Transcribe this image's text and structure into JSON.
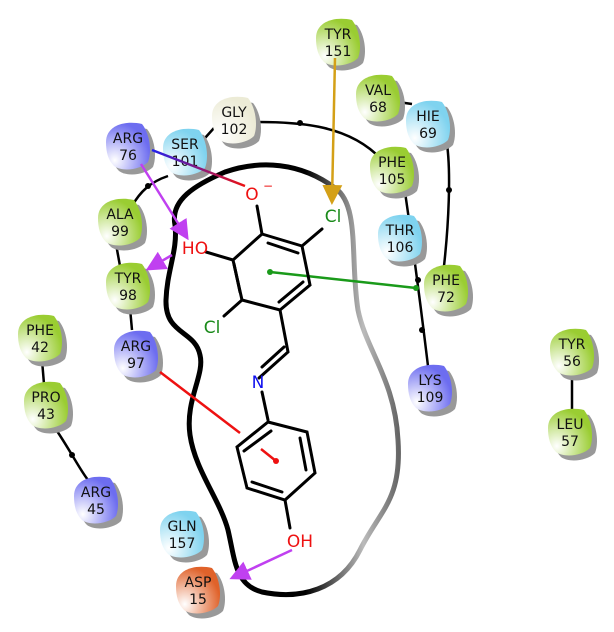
{
  "colors": {
    "hydrophobic": "#9acd32",
    "polar": "#7fd3ef",
    "positive": "#6d6df0",
    "negative": "#e0622a",
    "glycine": "#ecebd6",
    "hbond": "#c040f0",
    "halogen_bond": "#d4a017",
    "pi_pi": "#1a9a1a",
    "pi_cation": "#ee1111",
    "salt_bridge_start": "#2020ee",
    "salt_bridge_end": "#ee1111"
  },
  "residues": [
    {
      "id": "tyr151",
      "name": "TYR",
      "num": "151",
      "type": "hydrophobic"
    },
    {
      "id": "val68",
      "name": "VAL",
      "num": "68",
      "type": "hydrophobic"
    },
    {
      "id": "hie69",
      "name": "HIE",
      "num": "69",
      "type": "polar"
    },
    {
      "id": "gly102",
      "name": "GLY",
      "num": "102",
      "type": "glycine"
    },
    {
      "id": "arg76",
      "name": "ARG",
      "num": "76",
      "type": "positive"
    },
    {
      "id": "ser101",
      "name": "SER",
      "num": "101",
      "type": "polar"
    },
    {
      "id": "phe105",
      "name": "PHE",
      "num": "105",
      "type": "hydrophobic"
    },
    {
      "id": "ala99",
      "name": "ALA",
      "num": "99",
      "type": "hydrophobic"
    },
    {
      "id": "thr106",
      "name": "THR",
      "num": "106",
      "type": "polar"
    },
    {
      "id": "tyr98",
      "name": "TYR",
      "num": "98",
      "type": "hydrophobic"
    },
    {
      "id": "phe72",
      "name": "PHE",
      "num": "72",
      "type": "hydrophobic"
    },
    {
      "id": "phe42",
      "name": "PHE",
      "num": "42",
      "type": "hydrophobic"
    },
    {
      "id": "arg97",
      "name": "ARG",
      "num": "97",
      "type": "positive"
    },
    {
      "id": "pro43",
      "name": "PRO",
      "num": "43",
      "type": "hydrophobic"
    },
    {
      "id": "lys109",
      "name": "LYS",
      "num": "109",
      "type": "positive"
    },
    {
      "id": "tyr56",
      "name": "TYR",
      "num": "56",
      "type": "hydrophobic"
    },
    {
      "id": "leu57",
      "name": "LEU",
      "num": "57",
      "type": "hydrophobic"
    },
    {
      "id": "arg45",
      "name": "ARG",
      "num": "45",
      "type": "positive"
    },
    {
      "id": "gln157",
      "name": "GLN",
      "num": "157",
      "type": "polar"
    },
    {
      "id": "asp15",
      "name": "ASP",
      "num": "15",
      "type": "negative"
    }
  ],
  "ligand": {
    "o_minus": "O",
    "charge": "−",
    "cl_top": "Cl",
    "cl_bottom": "Cl",
    "ho": "HO",
    "n": "N",
    "oh": "OH"
  }
}
